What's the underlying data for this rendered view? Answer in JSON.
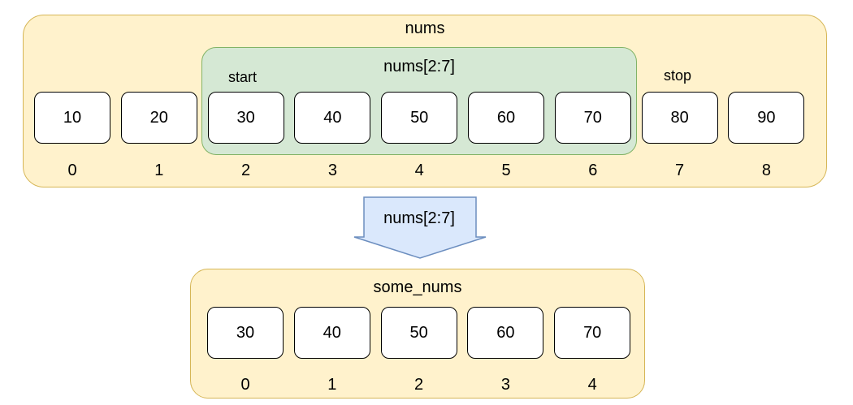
{
  "source": {
    "title": "nums",
    "values": [
      "10",
      "20",
      "30",
      "40",
      "50",
      "60",
      "70",
      "80",
      "90"
    ],
    "indices": [
      "0",
      "1",
      "2",
      "3",
      "4",
      "5",
      "6",
      "7",
      "8"
    ],
    "highlight_label": "nums[2:7]",
    "start_label": "start",
    "stop_label": "stop"
  },
  "arrow": {
    "label": "nums[2:7]",
    "fill_color": "#dae8fc",
    "stroke_color": "#6c8ebf"
  },
  "result": {
    "title": "some_nums",
    "values": [
      "30",
      "40",
      "50",
      "60",
      "70"
    ],
    "indices": [
      "0",
      "1",
      "2",
      "3",
      "4"
    ]
  },
  "colors": {
    "panel_fill": "#fff2cc",
    "panel_border": "#d6b656",
    "highlight_fill": "#d5e8d4",
    "highlight_border": "#82b366"
  }
}
